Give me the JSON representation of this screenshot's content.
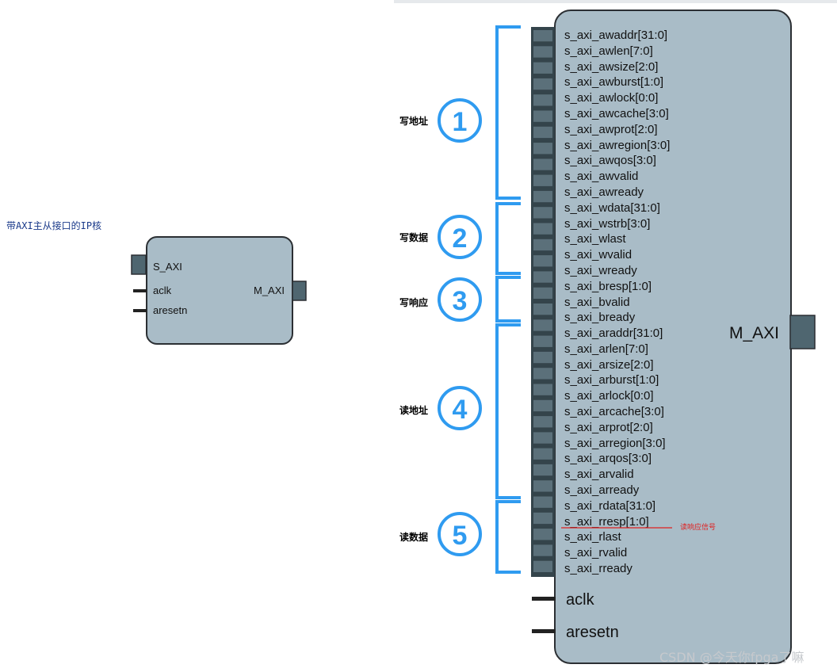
{
  "left_caption": "带AXI主从接口的IP核",
  "small_block": {
    "ports_left": [
      "S_AXI",
      "aclk",
      "aresetn"
    ],
    "port_right": "M_AXI"
  },
  "big_block": {
    "port_right": "M_AXI",
    "clock_reset": [
      "aclk",
      "aresetn"
    ],
    "signals": [
      "s_axi_awaddr[31:0]",
      "s_axi_awlen[7:0]",
      "s_axi_awsize[2:0]",
      "s_axi_awburst[1:0]",
      "s_axi_awlock[0:0]",
      "s_axi_awcache[3:0]",
      "s_axi_awprot[2:0]",
      "s_axi_awregion[3:0]",
      "s_axi_awqos[3:0]",
      "s_axi_awvalid",
      "s_axi_awready",
      "s_axi_wdata[31:0]",
      "s_axi_wstrb[3:0]",
      "s_axi_wlast",
      "s_axi_wvalid",
      "s_axi_wready",
      "s_axi_bresp[1:0]",
      "s_axi_bvalid",
      "s_axi_bready",
      "s_axi_araddr[31:0]",
      "s_axi_arlen[7:0]",
      "s_axi_arsize[2:0]",
      "s_axi_arburst[1:0]",
      "s_axi_arlock[0:0]",
      "s_axi_arcache[3:0]",
      "s_axi_arprot[2:0]",
      "s_axi_arregion[3:0]",
      "s_axi_arqos[3:0]",
      "s_axi_arvalid",
      "s_axi_arready",
      "s_axi_rdata[31:0]",
      "s_axi_rresp[1:0]",
      "s_axi_rlast",
      "s_axi_rvalid",
      "s_axi_rready"
    ]
  },
  "groups": [
    {
      "number": "1",
      "label": "写地址"
    },
    {
      "number": "2",
      "label": "写数据"
    },
    {
      "number": "3",
      "label": "写响应"
    },
    {
      "number": "4",
      "label": "读地址"
    },
    {
      "number": "5",
      "label": "读数据"
    }
  ],
  "annotation": "读响应信号",
  "watermark": "CSDN @今天你fpga了嘛",
  "colors": {
    "block_fill": "#a9bcc7",
    "block_stroke": "#2b2f33",
    "port_fill": "#4f6670",
    "bracket_blue": "#2f9bf0",
    "annotation_red": "#e02020",
    "caption_blue": "#1a3a8a"
  }
}
